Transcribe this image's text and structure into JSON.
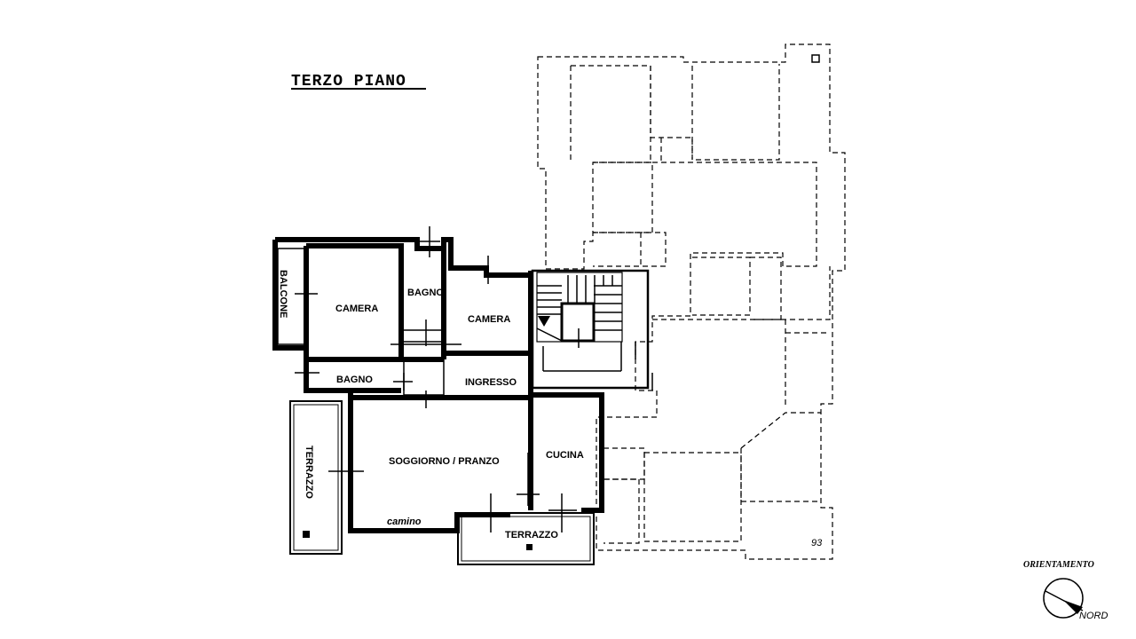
{
  "title": "TERZO PIANO",
  "rooms": {
    "balcone": "BALCONE",
    "camera1": "CAMERA",
    "bagno1": "BAGNO",
    "camera2": "CAMERA",
    "bagno2": "BAGNO",
    "ingresso": "INGRESSO",
    "soggiorno": "SOGGIORNO / PRANZO",
    "cucina": "CUCINA",
    "terrazzo1": "TERRAZZO",
    "terrazzo2": "TERRAZZO"
  },
  "camino": "camino",
  "compass": {
    "label": "ORIENTAMENTO",
    "north": "NORD"
  },
  "corner_mark": "93"
}
